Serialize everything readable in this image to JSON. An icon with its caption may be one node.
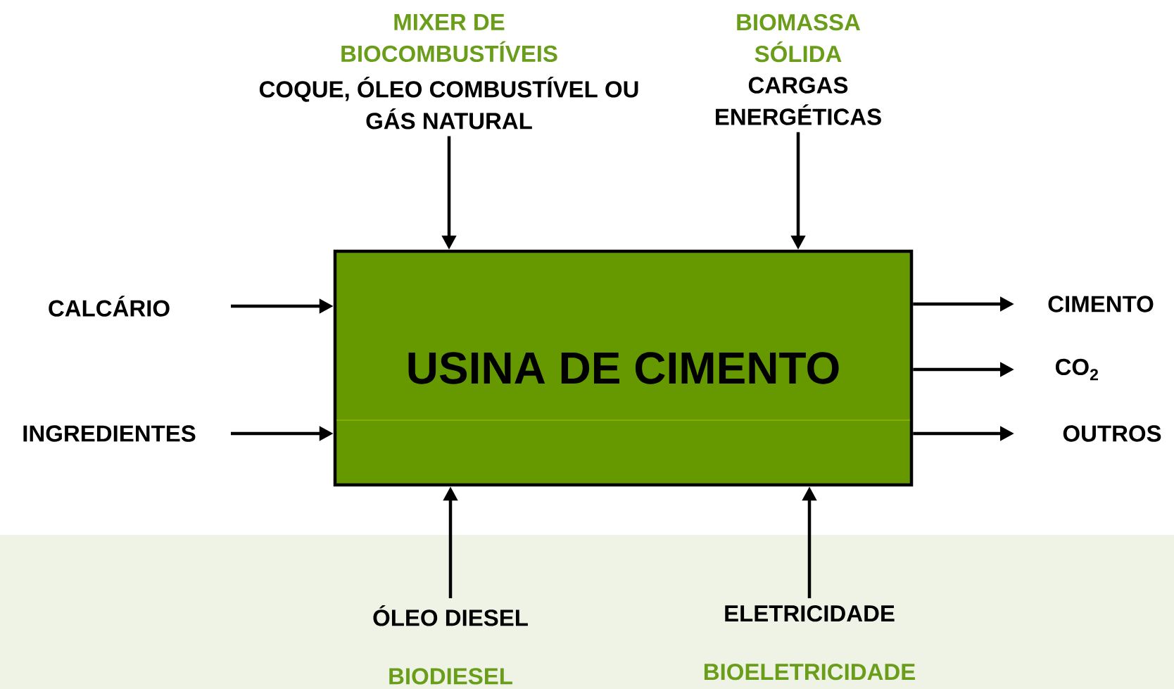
{
  "diagram": {
    "nodes": [
      {
        "text": [
          "USINA DE CIMENTO"
        ]
      },
      {
        "text": [
          "MIXER DE BIOCOMBUSTÍVEIS",
          "COQUE, ÓLEO COMBUSTÍVEL OU GÁS NATURAL"
        ]
      },
      {
        "text": [
          "BIOMASSA SÓLIDA",
          "CARGAS ENERGÉTICAS"
        ]
      },
      {
        "text": [
          "CALCÁRIO"
        ]
      },
      {
        "text": [
          "INGREDIENTES"
        ]
      },
      {
        "text": [
          "CIMENTO"
        ]
      },
      {
        "text": [
          "CO$_{2}$"
        ]
      },
      {
        "text": [
          "OUTROS"
        ]
      },
      {
        "text": [
          "ÓLEO DIESEL",
          "BIODIESEL"
        ]
      },
      {
        "text": [
          "ELETRICIDADE",
          "BIOELETRICIDADE"
        ]
      }
    ],
    "edges": [
      {
        "from": 1,
        "to": 0,
        "arrow": "to"
      },
      {
        "from": 2,
        "to": 0,
        "arrow": "to"
      },
      {
        "from": 3,
        "to": 0,
        "arrow": "to"
      },
      {
        "from": 4,
        "to": 0,
        "arrow": "to"
      },
      {
        "from": 0,
        "to": 5,
        "arrow": "to"
      },
      {
        "from": 0,
        "to": 6,
        "arrow": "to"
      },
      {
        "from": 0,
        "to": 7,
        "arrow": "to"
      },
      {
        "from": 8,
        "to": 0,
        "arrow": "to"
      },
      {
        "from": 9,
        "to": 0,
        "arrow": "to"
      }
    ]
  }
}
